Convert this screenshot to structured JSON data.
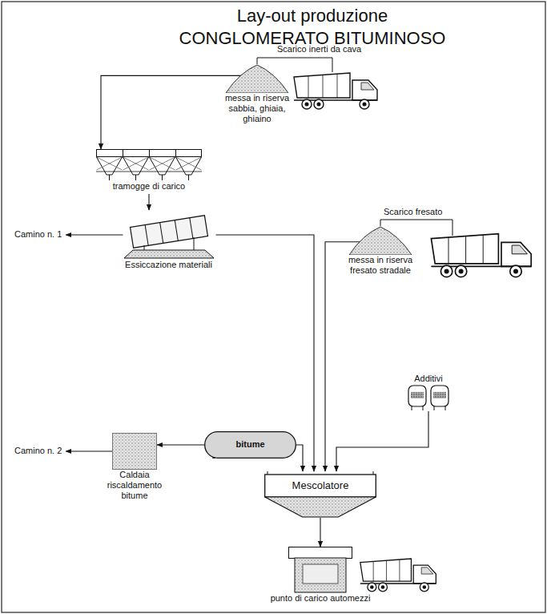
{
  "diagram": {
    "title": "Lay-out produzione CONGLOMERATO BITUMINOSO",
    "nodes": [
      {
        "text": [
          "messa in riserva sabbia, ghiaia, ghiaino"
        ]
      },
      {
        "text": [
          "tramogge di carico"
        ]
      },
      {
        "text": [
          "Essiccazione materiali"
        ]
      },
      {
        "text": [
          "Camino n. 1"
        ]
      },
      {
        "text": [
          "messa in riserva fresato stradale"
        ]
      },
      {
        "text": [
          "bitume"
        ]
      },
      {
        "text": [
          "Caldaia riscaldamento bitume"
        ]
      },
      {
        "text": [
          "Camino n. 2"
        ]
      },
      {
        "text": [
          "Additivi"
        ]
      },
      {
        "text": [
          "Mescolatore"
        ]
      },
      {
        "text": [
          "punto di carico automezzi"
        ]
      }
    ],
    "edges": [
      {
        "from": 0,
        "to": 1,
        "arrow": "to"
      },
      {
        "from": 1,
        "to": 2,
        "arrow": "to"
      },
      {
        "from": 2,
        "to": 3,
        "arrow": "to"
      },
      {
        "from": 2,
        "to": 9,
        "arrow": "to"
      },
      {
        "from": 4,
        "to": 9,
        "arrow": "to"
      },
      {
        "from": 5,
        "to": 6,
        "arrow": "to"
      },
      {
        "from": 6,
        "to": 7,
        "arrow": "to"
      },
      {
        "from": 5,
        "to": 9,
        "arrow": "to"
      },
      {
        "from": 8,
        "to": 9,
        "arrow": "to"
      },
      {
        "from": 9,
        "to": 10,
        "arrow": "to"
      }
    ],
    "labels": [
      "Scarico inerti da cava",
      "Scarico fresato"
    ]
  }
}
